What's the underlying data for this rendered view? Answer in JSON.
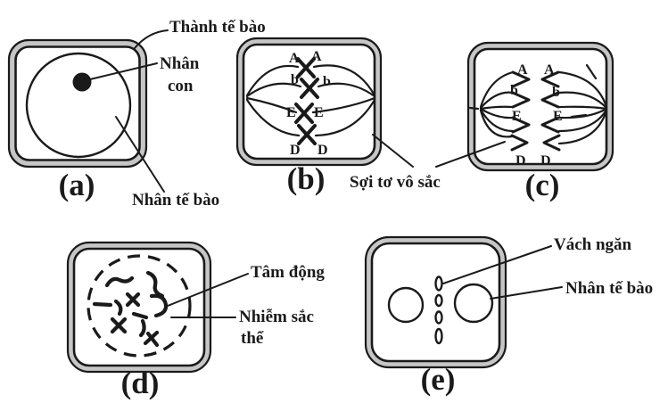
{
  "figure_title": "Plant cell mitosis stages diagram",
  "colors": {
    "ink": "#1a1a1a",
    "wall_gray": "#c6c6c6",
    "background": "#ffffff"
  },
  "captions": {
    "a": "(a)",
    "b": "(b)",
    "c": "(c)",
    "d": "(d)",
    "e": "(e)"
  },
  "annotations": {
    "cell_wall": "Thành tế bào",
    "nucleolus_line1": "Nhân",
    "nucleolus_line2": "con",
    "nucleus_a": "Nhân tế bào",
    "spindle_fibers": "Sợi tơ vô sắc",
    "centromere": "Tâm động",
    "chromosome_line1": "Nhiễm sắc",
    "chromosome_line2": "thể",
    "cell_plate": "Vách ngăn",
    "nucleus_e": "Nhân tế bào"
  },
  "chromosome_letters": {
    "b": [
      "A",
      "A",
      "b",
      "b",
      "E",
      "E",
      "D",
      "D"
    ],
    "c": [
      "A",
      "A",
      "b",
      "b",
      "E",
      "E",
      "D",
      "D"
    ]
  }
}
